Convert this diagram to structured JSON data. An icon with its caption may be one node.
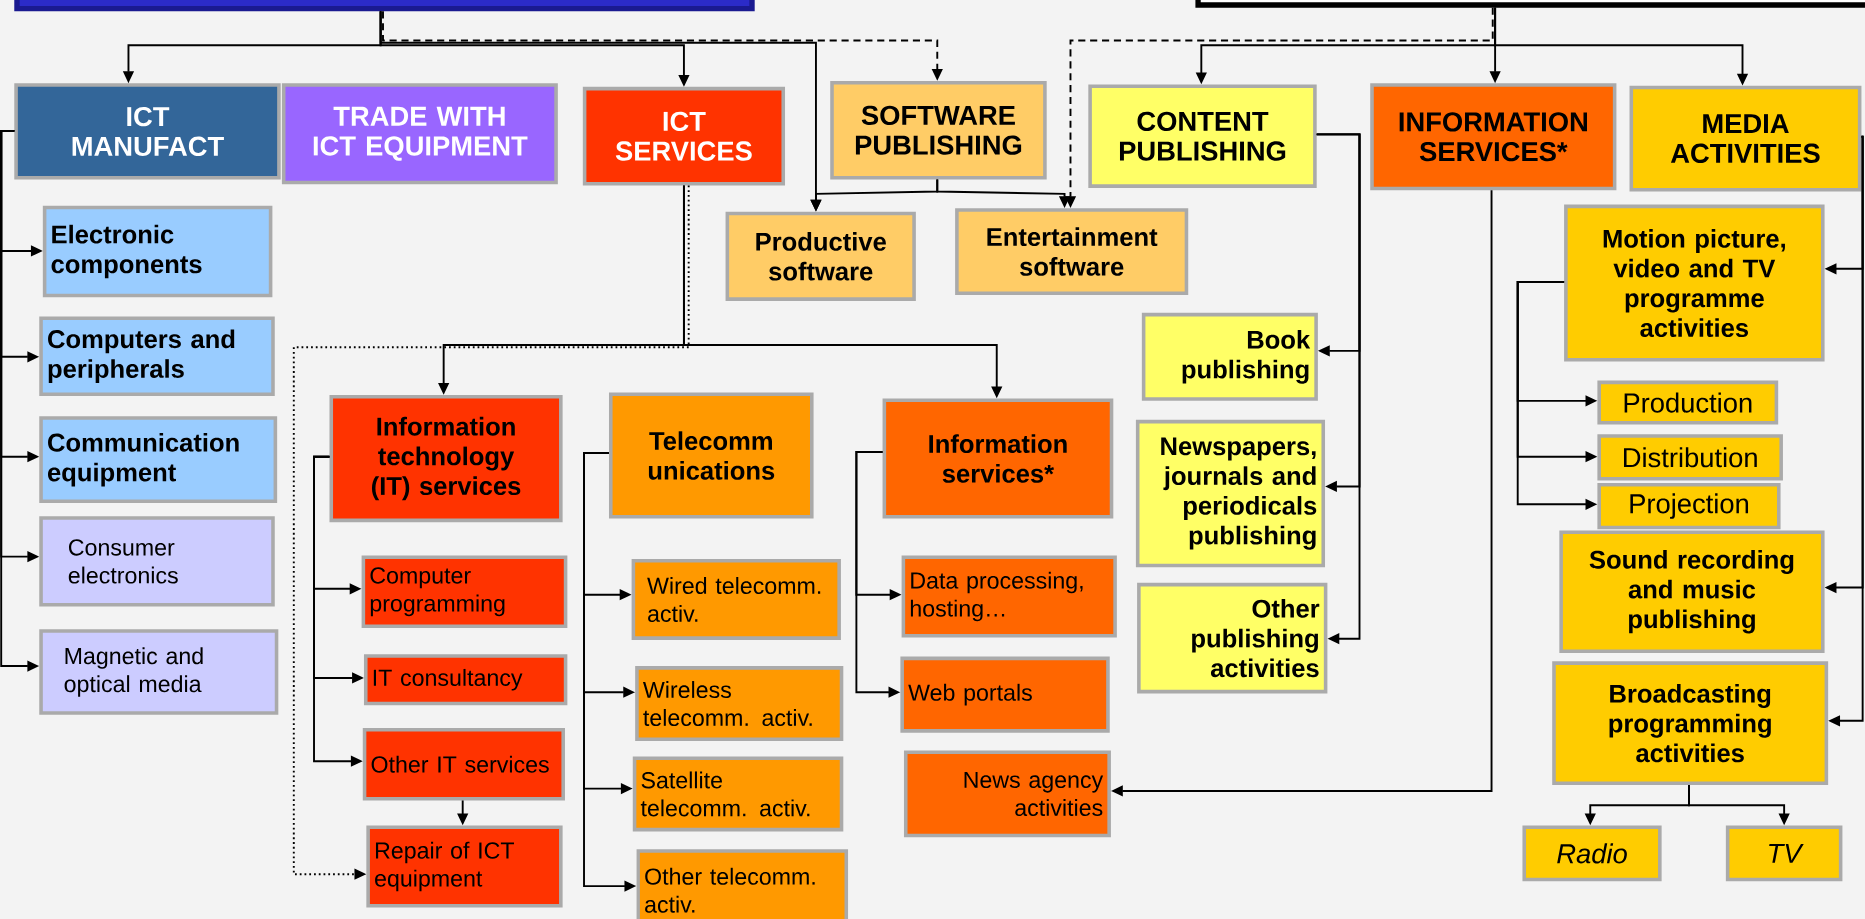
{
  "diagram": {
    "nodes": [
      {
        "text": [],
        "shape": "box"
      },
      {
        "text": [],
        "shape": "box"
      },
      {
        "text": [
          "ICT MANUFACT"
        ]
      },
      {
        "text": [
          "TRADE WITH ICT EQUIPMENT"
        ]
      },
      {
        "text": [
          "ICT SERVICES"
        ]
      },
      {
        "text": [
          "SOFTWARE PUBLISHING"
        ]
      },
      {
        "text": [
          "CONTENT PUBLISHING"
        ]
      },
      {
        "text": [
          "INFORMATION SERVICES*"
        ]
      },
      {
        "text": [
          "MEDIA ACTIVITIES"
        ]
      },
      {
        "text": [
          "Electronic components"
        ]
      },
      {
        "text": [
          "Computers and peripherals"
        ]
      },
      {
        "text": [
          "Communication equipment"
        ]
      },
      {
        "text": [
          "Consumer electronics"
        ]
      },
      {
        "text": [
          "Magnetic and optical media"
        ]
      },
      {
        "text": [
          "Productive software"
        ]
      },
      {
        "text": [
          "Entertainment software"
        ]
      },
      {
        "text": [
          "Motion picture, video and TV programme activities"
        ]
      },
      {
        "text": [
          "Book publishing"
        ]
      },
      {
        "text": [
          "Newspapers, journals and periodicals publishing"
        ]
      },
      {
        "text": [
          "Other publishing activities"
        ]
      },
      {
        "text": [
          "Information technology (IT) services"
        ]
      },
      {
        "text": [
          "Telecomm unications"
        ]
      },
      {
        "text": [
          "Information services*"
        ]
      },
      {
        "text": [
          "Production"
        ]
      },
      {
        "text": [
          "Distribution"
        ]
      },
      {
        "text": [
          "Projection"
        ]
      },
      {
        "text": [
          "Sound recording and music publishing"
        ]
      },
      {
        "text": [
          "Computer programming"
        ]
      },
      {
        "text": [
          "IT consultancy"
        ]
      },
      {
        "text": [
          "Other IT services"
        ]
      },
      {
        "text": [
          "Repair of ICT equipment"
        ]
      },
      {
        "text": [
          "Wired telecomm. activ."
        ]
      },
      {
        "text": [
          "Wireless telecomm. activ."
        ]
      },
      {
        "text": [
          "Satellite telecomm. activ."
        ]
      },
      {
        "text": [
          "Other telecomm. activ."
        ]
      },
      {
        "text": [
          "Data processing, hosting…"
        ]
      },
      {
        "text": [
          "Web portals"
        ]
      },
      {
        "text": [
          "News agency activities"
        ]
      },
      {
        "text": [
          "Broadcasting programming activities"
        ]
      },
      {
        "text": [
          "Radio"
        ]
      },
      {
        "text": [
          "TV"
        ]
      }
    ],
    "edges": [
      {
        "from": 0,
        "to": 2,
        "arrow": "to"
      },
      {
        "from": 0,
        "to": 4,
        "arrow": "to"
      },
      {
        "from": 0,
        "to": 5,
        "arrow": "to",
        "style": "dashed"
      },
      {
        "from": 0,
        "to": 14,
        "arrow": "to"
      },
      {
        "from": 5,
        "to": 14,
        "arrow": "to"
      },
      {
        "from": 5,
        "to": 15,
        "arrow": "to"
      },
      {
        "from": 1,
        "to": 15,
        "arrow": "to",
        "style": "dashed"
      },
      {
        "from": 1,
        "to": 6,
        "arrow": "to"
      },
      {
        "from": 1,
        "to": 7,
        "arrow": "to"
      },
      {
        "from": 1,
        "to": 8,
        "arrow": "to"
      },
      {
        "from": 2,
        "to": 9,
        "arrow": "to"
      },
      {
        "from": 2,
        "to": 10,
        "arrow": "to"
      },
      {
        "from": 2,
        "to": 11,
        "arrow": "to"
      },
      {
        "from": 2,
        "to": 12,
        "arrow": "to"
      },
      {
        "from": 2,
        "to": 13,
        "arrow": "to"
      },
      {
        "from": 4,
        "to": 20,
        "arrow": "to"
      },
      {
        "from": 4,
        "to": 22,
        "arrow": "to"
      },
      {
        "from": 4,
        "to": 30,
        "arrow": "to",
        "style": "dashed"
      },
      {
        "from": 20,
        "to": 27,
        "arrow": "to"
      },
      {
        "from": 20,
        "to": 28,
        "arrow": "to"
      },
      {
        "from": 20,
        "to": 29,
        "arrow": "to"
      },
      {
        "from": 29,
        "to": 30,
        "arrow": "to"
      },
      {
        "from": 21,
        "to": 31,
        "arrow": "to"
      },
      {
        "from": 21,
        "to": 32,
        "arrow": "to"
      },
      {
        "from": 21,
        "to": 33,
        "arrow": "to"
      },
      {
        "from": 21,
        "to": 34,
        "arrow": "to"
      },
      {
        "from": 22,
        "to": 35,
        "arrow": "to"
      },
      {
        "from": 22,
        "to": 36,
        "arrow": "to"
      },
      {
        "from": 7,
        "to": 37,
        "arrow": "to"
      },
      {
        "from": 6,
        "to": 17,
        "arrow": "to"
      },
      {
        "from": 6,
        "to": 18,
        "arrow": "to"
      },
      {
        "from": 6,
        "to": 19,
        "arrow": "to"
      },
      {
        "from": 16,
        "to": 23,
        "arrow": "to"
      },
      {
        "from": 16,
        "to": 24,
        "arrow": "to"
      },
      {
        "from": 16,
        "to": 25,
        "arrow": "to"
      },
      {
        "from": 8,
        "to": 16,
        "arrow": "to"
      },
      {
        "from": 8,
        "to": 26,
        "arrow": "to"
      },
      {
        "from": 8,
        "to": 38,
        "arrow": "to"
      },
      {
        "from": 38,
        "to": 39,
        "arrow": "to"
      },
      {
        "from": 38,
        "to": 40,
        "arrow": "to"
      }
    ]
  }
}
